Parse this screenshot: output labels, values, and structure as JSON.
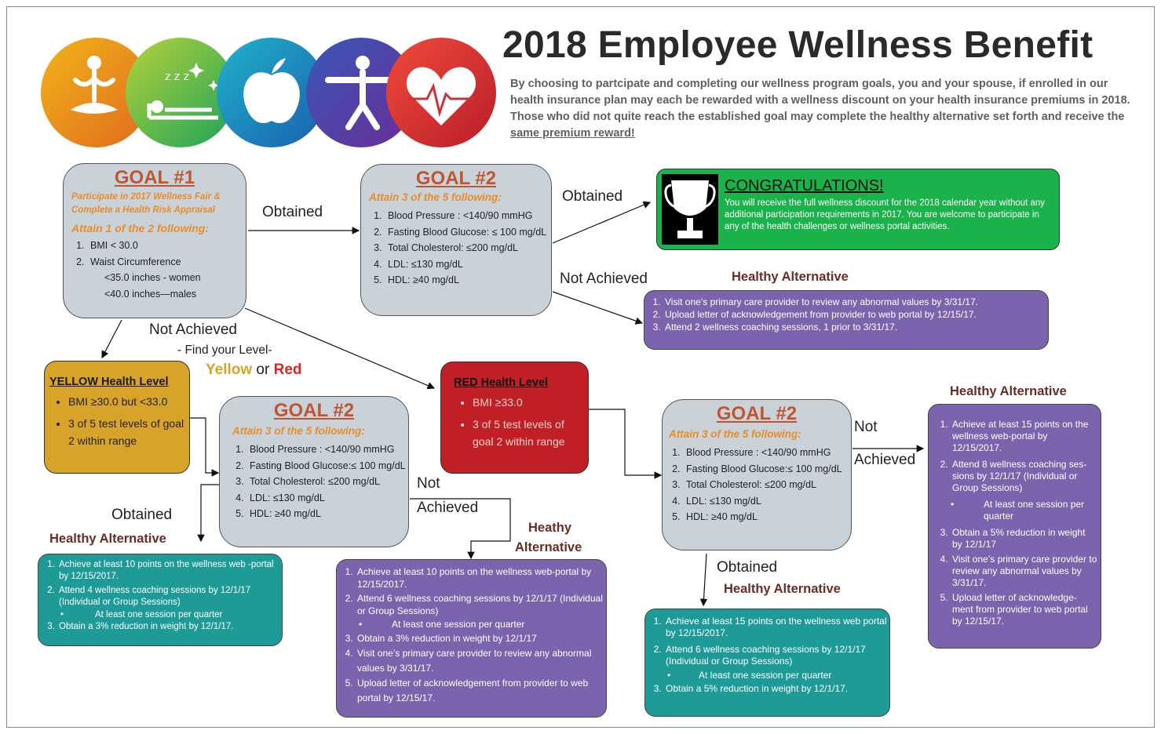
{
  "header": {
    "title": "2018 Employee Wellness Benefit",
    "intro": "By choosing to partcipate and completing our wellness program goals, you and your spouse, if enrolled in our health insurance plan may each be rewarded with a wellness discount on your health insurance premiums in 2018. Those who did not quite reach the established goal may complete the healthy alternative set forth and receive the ",
    "intro_emph": "same premium reward!"
  },
  "icons": [
    "yoga-meditation-icon",
    "sleep-icon",
    "apple-icon",
    "person-exercise-icon",
    "heart-heartbeat-icon"
  ],
  "colors": {
    "goal_title": "#c05530",
    "orange_italic": "#e98c2a",
    "gray_box": "#c9d2d8",
    "purple": "#7b64ad",
    "teal": "#1e9b97",
    "green": "#1bb24b",
    "yellow_level": "#d8a329",
    "red_level": "#c01f25",
    "alt_heading": "#6b2c26"
  },
  "goal1": {
    "title": "GOAL #1",
    "subtitle": "Participate in 2017 Wellness  Fair & Complete a Health Risk Appraisal",
    "attain": "Attain 1 of  the 2 following:",
    "items": [
      "BMI < 30.0",
      "Waist Circumference"
    ],
    "sub_items": [
      "<35.0 inches - women",
      "<40.0 inches—males"
    ]
  },
  "goal2": {
    "title": "GOAL #2",
    "attain": "Attain  3 of  the 5 following:",
    "items": [
      "Blood Pressure : <140/90 mmHG",
      "Fasting Blood Glucose: ≤ 100 mg/dL",
      "Total Cholesterol: ≤200 mg/dL",
      "LDL: ≤130 mg/dL",
      "HDL: ≥40 mg/dL"
    ]
  },
  "goal2_yellow": {
    "title": "GOAL #2",
    "attain": "Attain  3 of  the 5 following:",
    "items": [
      "Blood Pressure : <140/90 mmHG",
      "Fasting Blood Glucose:≤ 100 mg/dL",
      "Total Cholesterol: ≤200 mg/dL",
      "LDL: ≤130 mg/dL",
      "HDL: ≥40 mg/dL"
    ]
  },
  "goal2_red": {
    "title": "GOAL #2",
    "attain": "Attain  3 of  the 5 following:",
    "items": [
      "Blood Pressure : <140/90 mmHG",
      "Fasting Blood Glucose:≤ 100 mg/dL",
      "Total Cholesterol: ≤200 mg/dL",
      "LDL: ≤130 mg/dL",
      "HDL: ≥40 mg/dL"
    ]
  },
  "congrats": {
    "title": "CONGRATULATIONS!",
    "body": "You  will receive the full wellness discount for the 2018 calendar year without any additional participation requirements in 2017. You are welcome to participate in any of the health challenges or wellness portal activities."
  },
  "labels": {
    "obtained_1": "Obtained",
    "obtained_2": "Obtained",
    "not_achieved_top": "Not Achieved",
    "not_achieved_goal1": "Not Achieved",
    "find_level": "- Find your Level-",
    "level_yellow": "Yellow",
    "level_or": "or",
    "level_red": "Red",
    "obtained_yellow": "Obtained",
    "not_yellow_1": "Not",
    "not_yellow_2": "Achieved",
    "not_red_1": "Not",
    "not_red_2": "Achieved",
    "obtained_red": "Obtained"
  },
  "ha_top": {
    "heading": "Healthy Alternative",
    "items": [
      "Visit one’s primary care provider to review any abnormal values by 3/31/17.",
      "Upload letter of acknowledgement from provider to web portal by 12/15/17.",
      "Attend 2 wellness coaching  sessions, 1 prior to 3/31/17."
    ]
  },
  "yellow_level": {
    "title": "YELLOW Health Level",
    "items": [
      "BMI ≥30.0 but <33.0",
      "3 of  5 test levels of goal 2 within range"
    ]
  },
  "red_level": {
    "title": "RED Health Level",
    "items": [
      "BMI ≥33.0",
      "3 of  5 test levels of goal 2 within range"
    ]
  },
  "ha_yellow_obtained": {
    "heading": "Healthy Alternative",
    "items": [
      "Achieve at least 10 points on the wellness web -portal by 12/15/2017.",
      "Attend 4 wellness coaching sessions by 12/1/17 (Individual or Group Sessions)",
      "Obtain a 3% reduction in weight  by 12/1/17."
    ],
    "sub": "At least one session per  quarter"
  },
  "ha_yellow_not": {
    "heading_1": "Heathy",
    "heading_2": "Alternative",
    "items": [
      "Achieve at least 10 points on the wellness web-portal by 12/15/2017.",
      "Attend 6 wellness coaching sessions by 12/1/17 (Individual or Group Sessions)",
      "Obtain a 3% reduction in weight  by 12/1/17",
      "Visit one’s primary care provider to review any abnormal values by 3/31/17.",
      "Upload letter of acknowledgement from provider to web portal by 12/15/17."
    ],
    "sub": "At least one session per  quarter"
  },
  "ha_red_obtained": {
    "heading": "Healthy Alternative",
    "items": [
      "Achieve at least 15 points on the wellness web portal by 12/15/2017.",
      "Attend 6 wellness coaching sessions by 12/1/17 (Individual or Group Sessions)",
      "Obtain a 5% reduction in weight  by 12/1/17."
    ],
    "sub": "At least one session per  quarter"
  },
  "ha_red_not": {
    "heading": "Healthy Alternative",
    "items": [
      "Achieve at least 15 points on the wellness web-portal by 12/15/2017.",
      "Attend 8 wellness coaching ses-sions by 12/1/17 (Individual or Group Sessions)",
      "Obtain a 5% reduction in weight by 12/1/17",
      "Visit one’s primary care provider to review any abnormal values by 3/31/17.",
      "Upload letter of acknowledge-ment from provider to web portal by 12/15/17."
    ],
    "sub": "At least one session per quarter"
  }
}
